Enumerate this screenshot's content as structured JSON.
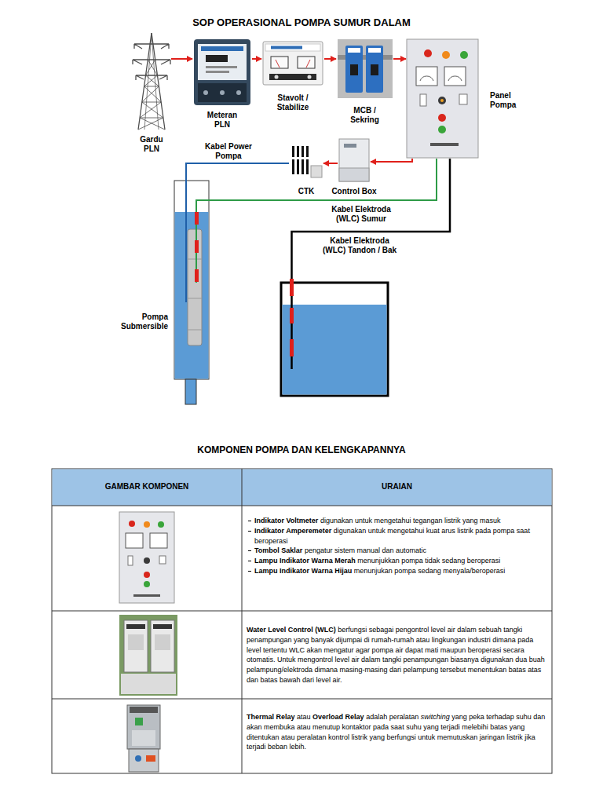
{
  "diagram": {
    "title": "SOP OPERASIONAL POMPA SUMUR DALAM",
    "nodes": [
      {
        "text": [
          "Gardu PLN"
        ]
      },
      {
        "text": [
          "Meteran PLN"
        ]
      },
      {
        "text": [
          "Stavolt / Stabilize"
        ]
      },
      {
        "text": [
          "MCB / Sekring"
        ]
      },
      {
        "text": [
          "Panel Pompa"
        ]
      },
      {
        "text": [
          "Control Box"
        ]
      },
      {
        "text": [
          "CTK"
        ]
      },
      {
        "text": [
          "Pompa Submersible"
        ]
      }
    ],
    "edges": [
      {
        "from": 0,
        "to": 1,
        "arrow": "to"
      },
      {
        "from": 1,
        "to": 2,
        "arrow": "to"
      },
      {
        "from": 2,
        "to": 3,
        "arrow": "to"
      },
      {
        "from": 3,
        "to": 4,
        "arrow": "to"
      },
      {
        "from": 4,
        "to": 5,
        "arrow": "to"
      },
      {
        "from": 5,
        "to": 6,
        "arrow": "to"
      },
      {
        "from": 6,
        "to": 7,
        "label": "Kabel Power Pompa",
        "arrow": "none"
      },
      {
        "from": 4,
        "to": 7,
        "label": "Kabel Elektroda (WLC) Sumur",
        "arrow": "none"
      }
    ],
    "labels": [
      "Kabel Elektroda (WLC) Tandon / Bak",
      "KOMPONEN POMPA DAN KELENGKAPANNYA",
      "GAMBAR KOMPONEN",
      "URAIAN",
      "Indikator Voltmeter",
      "digunakan untuk mengetahui tegangan listrik yang masuk",
      "Indikator Amperemeter",
      "digunakan untuk mengetahui kuat arus listrik pada pompa saat beroperasi",
      "Tombol Saklar",
      "pengatur sistem manual dan automatic",
      "Lampu Indikator Warna Merah",
      "menunjukkan pompa tidak sedang beroperasi",
      "Lampu Indikator Warna Hijau",
      "menunjukan pompa sedang menyala/beroperasi",
      "Water Level Control (WLC)",
      "berfungsi sebagai pengontrol level air dalam sebuah tangki penampungan yang banyak dijumpai di rumah-rumah atau lingkungan industri dimana pada level tertentu WLC akan mengatur agar pompa air dapat mati maupun beroperasi secara otomatis. Untuk mengontrol level air dalam tangki penampungan biasanya digunakan dua buah pelampung/elektroda dimana masing-masing dari pelampung tersebut menentukan batas atas dan batas bawah dari level air.",
      "Thermal Relay",
      "atau",
      "Overload Relay",
      "adalah peralatan",
      "switching",
      "yang peka terhadap suhu dan akan membuka atau menutup kontaktor pada saat suhu yang terjadi melebihi batas yang ditentukan atau peralatan kontrol listrik yang berfungsi untuk memutuskan jaringan listrik jika terjadi beban lebih."
    ]
  }
}
